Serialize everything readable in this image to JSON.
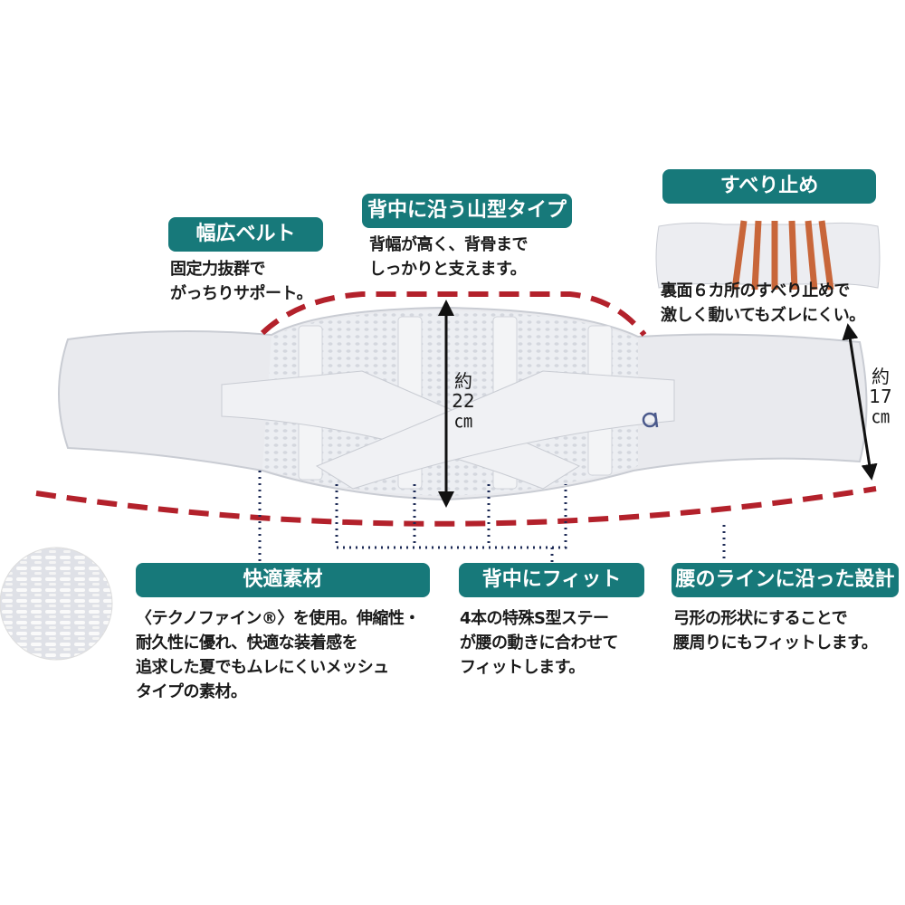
{
  "colors": {
    "label_bg": "#17797a",
    "dashed_outline": "#b3212b",
    "dotted_leader": "#1c2a55",
    "belt": "#e9eaee",
    "stripe": "#c8663a"
  },
  "callouts": {
    "wide_belt": {
      "title": "幅広ベルト",
      "lines": [
        "固定力抜群で",
        "がっちりサポート。"
      ]
    },
    "mountain": {
      "title": "背中に沿う山型タイプ",
      "lines": [
        "背幅が高く、背骨まで",
        "しっかりと支えます。"
      ]
    },
    "non_slip": {
      "title": "すべり止め",
      "lines": [
        "裏面６カ所のすべり止めで",
        "激しく動いてもズレにくい。"
      ]
    },
    "comfort": {
      "title": "快適素材",
      "lines": [
        "〈テクノファイン®〉を使用。伸縮性・",
        "耐久性に優れ、快適な装着感を",
        "追求した夏でもムレにくいメッシュ",
        "タイプの素材。"
      ]
    },
    "back_fit": {
      "title": "背中にフィット",
      "lines": [
        "4本の特殊S型ステー",
        "が腰の動きに合わせて",
        "フィットします。"
      ]
    },
    "waist_line": {
      "title": "腰のラインに沿った設計",
      "lines": [
        "弓形の形状にすることで",
        "腰周りにもフィットします。"
      ]
    }
  },
  "measurements": {
    "center_height": {
      "approx": "約",
      "value": "22",
      "unit": "㎝"
    },
    "side_height": {
      "approx": "約",
      "value": "17",
      "unit": "㎝"
    }
  },
  "brand_mark": "α"
}
